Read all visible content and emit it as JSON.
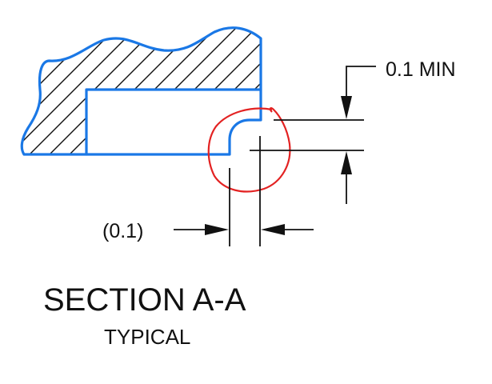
{
  "drawing": {
    "dimension_top": "0.1 MIN",
    "dimension_bottom": "(0.1)",
    "section_title": "SECTION A-A",
    "section_subtitle": "TYPICAL"
  },
  "colors": {
    "ink": "#111111",
    "part_outline": "#1a78e6",
    "markup_circle": "#e32222",
    "background": "#ffffff"
  }
}
